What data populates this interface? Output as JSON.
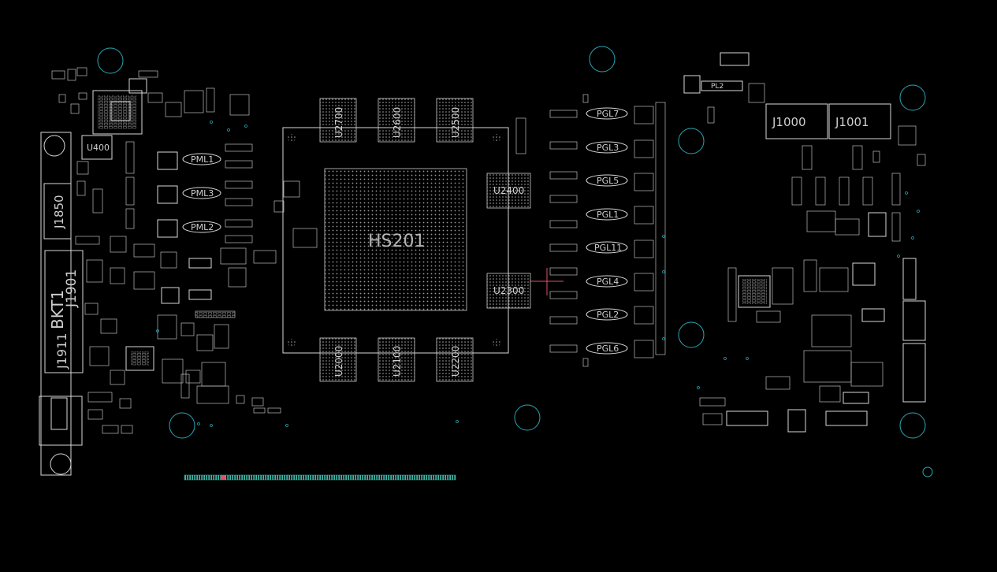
{
  "board": {
    "background": "#000000",
    "silkscreen_color": "#d8d8d8",
    "mount_hole_color": "#2aa6b5",
    "edge_connector_color": "#3fb6a8",
    "probe_color": "#e0506a"
  },
  "labels": {
    "gpu": "HS201",
    "u2700": "U2700",
    "u2600": "U2600",
    "u2500": "U2500",
    "u2000": "U2000",
    "u2100": "U2100",
    "u2200": "U2200",
    "u2400": "U2400",
    "u2300": "U2300",
    "pgl7": "PGL7",
    "pgl3": "PGL3",
    "pgl5": "PGL5",
    "pgl1": "PGL1",
    "pgl11": "PGL11",
    "pgl4": "PGL4",
    "pgl2": "PGL2",
    "pgl6": "PGL6",
    "pml1": "PML1",
    "pml3": "PML3",
    "pml2": "PML2",
    "u400": "U400",
    "j1850": "J1850",
    "j1901": "J1901",
    "j1911": "J1911",
    "bkt1": "BKT1",
    "j1000": "J1000",
    "j1001": "J1001",
    "pl2": "PL2"
  },
  "icons": [
    "mount-hole-icon",
    "bga-array-icon",
    "edge-connector-icon"
  ]
}
